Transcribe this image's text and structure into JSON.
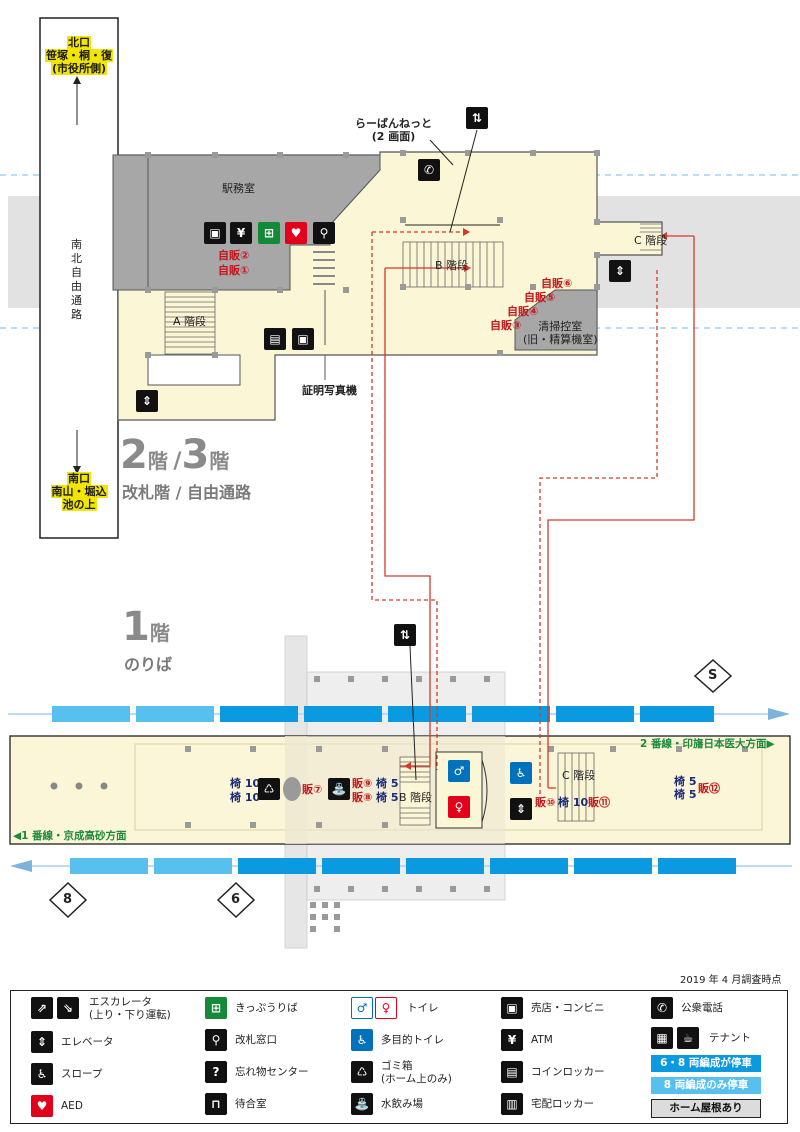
{
  "exits": {
    "north": {
      "title": "北口",
      "line1": "笹塚・桐・復",
      "line2": "(市役所側)"
    },
    "south": {
      "title": "南口",
      "line1": "南山・堀込",
      "line2": "池の上"
    }
  },
  "passage_label": "南北自由通路",
  "upper_floor": {
    "floor_big_2": "2",
    "floor_kanji_1": "階",
    "floor_slash": "/",
    "floor_big_3": "3",
    "floor_kanji_2": "階",
    "subtitle": "改札階 / 自由通路",
    "station_office": "駅務室",
    "stairs_a": "A 階段",
    "stairs_b": "B 階段",
    "stairs_c": "C 階段",
    "laban_line1": "らーばんねっと",
    "laban_line2": "(2 画面)",
    "photo_booth": "証明写真機",
    "cleaning_line1": "清掃控室",
    "cleaning_line2": "(旧・精算機室)",
    "vending": [
      "自販②",
      "自販①",
      "自販⑥",
      "自販⑤",
      "自販④",
      "自販③"
    ]
  },
  "lower_floor": {
    "floor_big": "1",
    "floor_kanji": "階",
    "subtitle": "のりば",
    "line2_direction": "2 番線・印旛日本医大方面▶",
    "line1_direction": "◀1 番線・京成高砂方面",
    "stairs_b": "B 階段",
    "stairs_c": "C 階段",
    "bench_a1": "椅 10",
    "bench_a2": "椅 10",
    "vend7": "販⑦",
    "vend9": "販⑨",
    "vend8": "販⑧",
    "bench_b1": "椅 5",
    "bench_b2": "椅 5",
    "vend10": "販⑩",
    "bench_c": "椅 10",
    "vend11": "販⑪",
    "bench_d1": "椅 5",
    "bench_d2": "椅 5",
    "vend12": "販⑫",
    "car_stop_s": "S",
    "car_stop_8": "8",
    "car_stop_6": "6"
  },
  "survey_date": "2019 年 4 月調査時点",
  "legend": {
    "escalator": "エスカレータ",
    "escalator_note": "(上り・下り運転)",
    "elevator": "エレベータ",
    "slope": "スロープ",
    "aed": "AED",
    "ticket": "きっぷうりば",
    "gate": "改札窓口",
    "lost": "忘れ物センター",
    "waiting": "待合室",
    "toilet": "トイレ",
    "multi_toilet": "多目的トイレ",
    "trash_line1": "ゴミ箱",
    "trash_line2": "(ホーム上のみ)",
    "water": "水飲み場",
    "shop": "売店・コンビニ",
    "atm": "ATM",
    "coin_locker": "コインロッカー",
    "delivery_locker": "宅配ロッカー",
    "phone": "公衆電話",
    "tenant": "テナント",
    "stop_68": "6・8 両編成が停車",
    "stop_8": "8 両編成のみ停車",
    "roof": "ホーム屋根あり"
  },
  "colors": {
    "concourse": "#fbf6d5",
    "office": "#a7a7a7",
    "track": "#e2e2e2",
    "platform": "#fbf6d5",
    "car_dark": "#0b9ae0",
    "car_light": "#58c0ef",
    "route": "#d43a2c"
  },
  "icons": {
    "escalator": "escalator-icon",
    "elevator": "elevator-icon",
    "phone": "phone-icon",
    "toilet": "toilet-icon",
    "wheelchair": "wheelchair-icon",
    "trash": "trash-icon",
    "water": "water-fountain-icon"
  }
}
